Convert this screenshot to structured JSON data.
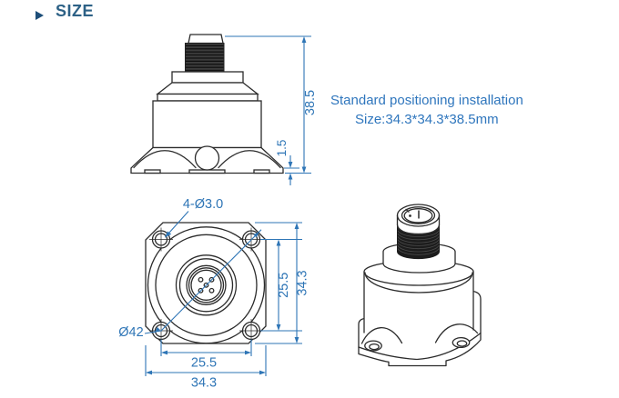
{
  "header": {
    "title": "SIZE",
    "marker_icon": "right-triangle-icon",
    "title_color": "#2d6186"
  },
  "annotation": {
    "line1": "Standard positioning installation",
    "line2": "Size:34.3*34.3*38.5mm"
  },
  "views": {
    "front": {
      "label": "front-view",
      "dims": {
        "height": "38.5",
        "lip": "1.5"
      }
    },
    "top": {
      "label": "top-view",
      "dims": {
        "holes": "4-Ø3.0",
        "diameter": "Ø42",
        "pitch_v": "25.5",
        "overall_v": "34.3",
        "pitch_h": "25.5",
        "overall_h": "34.3"
      }
    },
    "iso": {
      "label": "isometric-view"
    }
  },
  "colors": {
    "dimension_blue": "#2e75b6",
    "annotation_blue": "#2f76bd",
    "title_blue": "#2d6186",
    "line_dark": "#2b2b2b",
    "thread_dark": "#1c1c1c",
    "background": "#ffffff"
  }
}
